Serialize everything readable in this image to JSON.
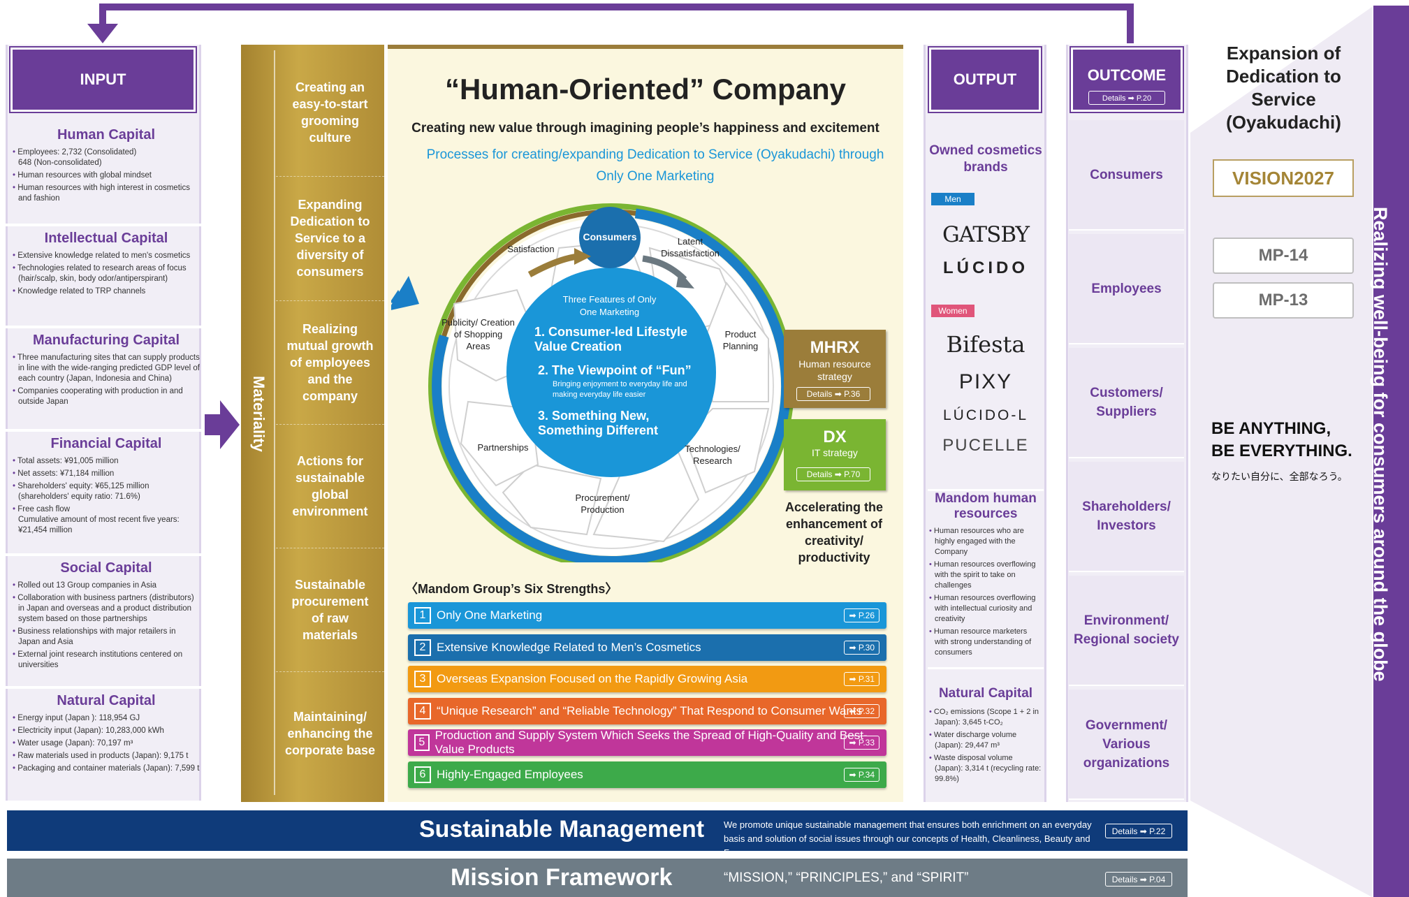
{
  "input": {
    "title": "INPUT",
    "capitals": [
      {
        "title": "Human Capital",
        "items": [
          "Employees: 2,732 (Consolidated)\n648 (Non-consolidated)",
          "Human resources with global mindset",
          "Human resources with high interest in cosmetics and fashion"
        ]
      },
      {
        "title": "Intellectual Capital",
        "items": [
          "Extensive knowledge related to men's cosmetics",
          "Technologies related to research areas of focus (hair/scalp, skin, body odor/antiperspirant)",
          "Knowledge related to TRP channels"
        ]
      },
      {
        "title": "Manufacturing Capital",
        "items": [
          "Three manufacturing sites that can supply products in line with the wide-ranging predicted GDP level of each country (Japan, Indonesia and China)",
          "Companies cooperating with production in and outside Japan"
        ]
      },
      {
        "title": "Financial Capital",
        "items": [
          "Total assets: ¥91,005 million",
          "Net assets: ¥71,184 million",
          "Shareholders' equity: ¥65,125 million (shareholders' equity ratio: 71.6%)",
          "Free cash flow\nCumulative amount of most recent five years: ¥21,454 million"
        ]
      },
      {
        "title": "Social Capital",
        "items": [
          "Rolled out 13 Group companies in Asia",
          "Collaboration with business partners (distributors) in Japan and overseas and a product distribution system based on those partnerships",
          "Business relationships with major retailers in Japan and Asia",
          "External joint research institutions centered on universities"
        ]
      },
      {
        "title": "Natural Capital",
        "items": [
          "Energy input (Japan ): 118,954 GJ",
          "Electricity input (Japan): 10,283,000 kWh",
          "Water usage (Japan): 70,197 m³",
          "Raw materials used in products (Japan): 9,175 t",
          "Packaging and container materials (Japan): 7,599 t"
        ]
      }
    ]
  },
  "materiality": {
    "label": "Materiality",
    "items": [
      "Creating an easy-to-start grooming culture",
      "Expanding Dedication to Service to a diversity of consumers",
      "Realizing mutual growth of employees and the company",
      "Actions for sustainable global environment",
      "Sustainable procurement of raw materials",
      "Maintaining/ enhancing the corporate base"
    ]
  },
  "center": {
    "title": "“Human-Oriented” Company",
    "subtitle": "Creating new value through imagining people’s happiness and excitement",
    "process": "Processes for creating/expanding Dedication to Service (Oyakudachi) through Only One Marketing",
    "consumers": "Consumers",
    "segments": [
      "Satisfaction",
      "Latent Dissatisfaction",
      "Product Planning",
      "Technologies/ Research",
      "Procurement/ Production",
      "Partnerships",
      "Publicity/ Creation of Shopping Areas"
    ],
    "features_title": "Three Features of Only One Marketing",
    "features": [
      {
        "t": "1. Consumer-led Lifestyle Value Creation"
      },
      {
        "t": "2. The Viewpoint of “Fun”",
        "s": "Bringing enjoyment to everyday life and making everyday life easier"
      },
      {
        "t": "3. Something New, Something Different"
      }
    ],
    "mhrx": {
      "title": "MHRX",
      "sub": "Human resource strategy",
      "btn": "Details ➡ P.36"
    },
    "dx": {
      "title": "DX",
      "sub": "IT strategy",
      "btn": "Details ➡ P.70"
    },
    "accel": "Accelerating the enhancement of creativity/ productivity",
    "strengths_title": "〈Mandom Group’s Six Strengths〉",
    "strengths": [
      {
        "n": "1",
        "t": "Only One Marketing",
        "p": "➡ P.26",
        "c": "#1a96d8"
      },
      {
        "n": "2",
        "t": "Extensive Knowledge Related to Men’s Cosmetics",
        "p": "➡ P.30",
        "c": "#1b6fad"
      },
      {
        "n": "3",
        "t": "Overseas Expansion Focused on the Rapidly Growing Asia",
        "p": "➡ P.31",
        "c": "#f29a12"
      },
      {
        "n": "4",
        "t": "“Unique Research” and “Reliable Technology” That Respond to Consumer Wants",
        "p": "➡ P.32",
        "c": "#e8672a"
      },
      {
        "n": "5",
        "t": "Production and Supply System Which Seeks the Spread of High-Quality and Best-Value Products",
        "p": "➡ P.33",
        "c": "#c0369a"
      },
      {
        "n": "6",
        "t": "Highly-Engaged Employees",
        "p": "➡ P.34",
        "c": "#3daa4a"
      }
    ]
  },
  "output": {
    "title": "OUTPUT",
    "brands_title": "Owned cosmetics brands",
    "men": "Men",
    "women": "Women",
    "men_brands": [
      "GATSBY",
      "LÚCIDO"
    ],
    "women_brands": [
      "Bifesta",
      "PIXY",
      "LÚCIDO-L",
      "PUCELLE"
    ],
    "hr_title": "Mandom human resources",
    "hr_items": [
      "Human resources who are highly engaged with the Company",
      "Human resources overflowing with the spirit to take on challenges",
      "Human resources overflowing with intellectual curiosity and creativity",
      "Human resource marketers with strong understanding of consumers"
    ],
    "nat_title": "Natural Capital",
    "nat_items": [
      "CO₂ emissions (Scope 1 + 2 in Japan): 3,645 t-CO₂",
      "Water discharge volume (Japan): 29,447 m³",
      "Waste disposal volume (Japan): 3,314 t (recycling rate: 99.8%)"
    ]
  },
  "outcome": {
    "title": "OUTCOME",
    "btn": "Details ➡ P.20",
    "items": [
      "Consumers",
      "Employees",
      "Customers/ Suppliers",
      "Shareholders/ Investors",
      "Environment/ Regional society",
      "Government/ Various organizations"
    ]
  },
  "vision": {
    "heading": "Expansion of Dedication to Service (Oyakudachi)",
    "v2027": "VISION2027",
    "mp14": "MP-14",
    "mp13": "MP-13",
    "slogan1": "BE ANYTHING,",
    "slogan2": "BE EVERYTHING.",
    "slogan_jp": "なりたい自分に、全部なろう。",
    "band": "Realizing well-being for consumers around the globe"
  },
  "footer": {
    "sm_title": "Sustainable Management",
    "sm_text": "We promote unique sustainable management that ensures both enrichment on an everyday basis and solution of social issues through our concepts of Health, Cleanliness, Beauty and Fun.",
    "sm_btn": "Details ➡ P.22",
    "mf_title": "Mission Framework",
    "mf_text": "“MISSION,” “PRINCIPLES,” and “SPIRIT”",
    "mf_btn": "Details ➡ P.04"
  }
}
